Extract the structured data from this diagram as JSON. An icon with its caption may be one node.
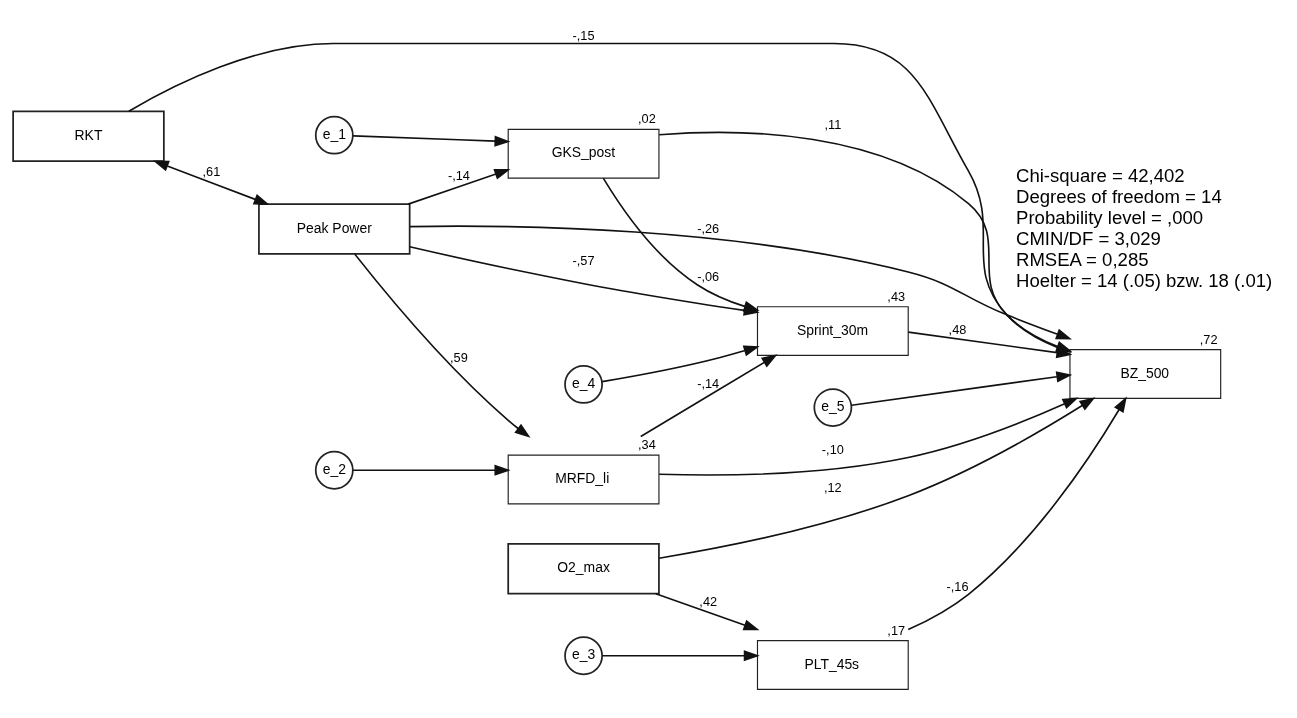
{
  "diagram": {
    "nodes": [
      {
        "text": [
          "RKT"
        ]
      },
      {
        "text": [
          "e_1"
        ]
      },
      {
        "text": [
          "GKS_post"
        ],
        "beside": [
          ",02"
        ]
      },
      {
        "text": [
          "Peak Power"
        ]
      },
      {
        "text": [
          "e_4"
        ]
      },
      {
        "text": [
          "Sprint_30m"
        ],
        "beside": [
          ",43"
        ]
      },
      {
        "text": [
          "e_5"
        ]
      },
      {
        "text": [
          "BZ_500"
        ],
        "beside": [
          ",72"
        ]
      },
      {
        "text": [
          "e_2"
        ]
      },
      {
        "text": [
          "MRFD_li"
        ],
        "beside": [
          ",34"
        ]
      },
      {
        "text": [
          "O2_max"
        ]
      },
      {
        "text": [
          "e_3"
        ]
      },
      {
        "text": [
          "PLT_45s"
        ],
        "beside": [
          ",17"
        ]
      }
    ],
    "edges": [
      {
        "from": 0,
        "to": 3,
        "arrow": "both",
        "label": ",61"
      },
      {
        "from": 0,
        "to": 7,
        "arrow": "to",
        "label": "-,15"
      },
      {
        "from": 1,
        "to": 2,
        "arrow": "to"
      },
      {
        "from": 3,
        "to": 2,
        "arrow": "to",
        "label": "-,14"
      },
      {
        "from": 2,
        "to": 5,
        "arrow": "to",
        "label": "-,06"
      },
      {
        "from": 2,
        "to": 7,
        "arrow": "to",
        "label": ",11"
      },
      {
        "from": 4,
        "to": 5,
        "arrow": "to"
      },
      {
        "from": 3,
        "to": 5,
        "arrow": "to",
        "label": "-,57"
      },
      {
        "from": 3,
        "to": 7,
        "arrow": "to",
        "label": "-,26"
      },
      {
        "from": 3,
        "to": 9,
        "arrow": "to",
        "label": ",59"
      },
      {
        "from": 5,
        "to": 7,
        "arrow": "to",
        "label": ",48"
      },
      {
        "from": 6,
        "to": 7,
        "arrow": "to"
      },
      {
        "from": 8,
        "to": 9,
        "arrow": "to"
      },
      {
        "from": 9,
        "to": 5,
        "arrow": "to",
        "label": "-,14"
      },
      {
        "from": 9,
        "to": 7,
        "arrow": "to",
        "label": "-,10"
      },
      {
        "from": 10,
        "to": 7,
        "arrow": "to",
        "label": ",12"
      },
      {
        "from": 10,
        "to": 12,
        "arrow": "to",
        "label": ",42"
      },
      {
        "from": 11,
        "to": 12,
        "arrow": "to"
      },
      {
        "from": 12,
        "to": 7,
        "arrow": "to",
        "label": "-,16"
      }
    ],
    "labels": [
      "Chi-square = 42,402",
      "Degrees of freedom = 14",
      "Probability level = ,000",
      "CMIN/DF = 3,029",
      "RMSEA = 0,285",
      "Hoelter = 14 (.05) bzw. 18 (.01)"
    ]
  }
}
